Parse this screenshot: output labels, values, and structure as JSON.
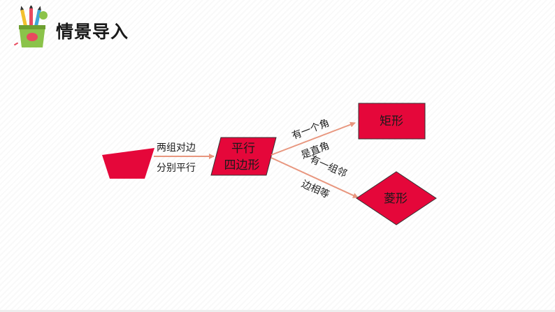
{
  "header": {
    "title": "情景导入",
    "logo_icon": "pencil-cup-icon"
  },
  "diagram": {
    "source_shape": "quadrilateral",
    "edge_main": {
      "line1": "两组对边",
      "line2": "分别平行"
    },
    "center_node": {
      "line1": "平行",
      "line2": "四边形"
    },
    "edge_up": {
      "line1": "有一个角",
      "line2": "是直角"
    },
    "edge_down": {
      "line1": "有一组邻",
      "line2": "边相等"
    },
    "node_rect": "矩形",
    "node_rhombus": "菱形",
    "colors": {
      "shape_fill": "#e5073a",
      "arrow": "#e8967e",
      "outline": "#333333"
    }
  }
}
